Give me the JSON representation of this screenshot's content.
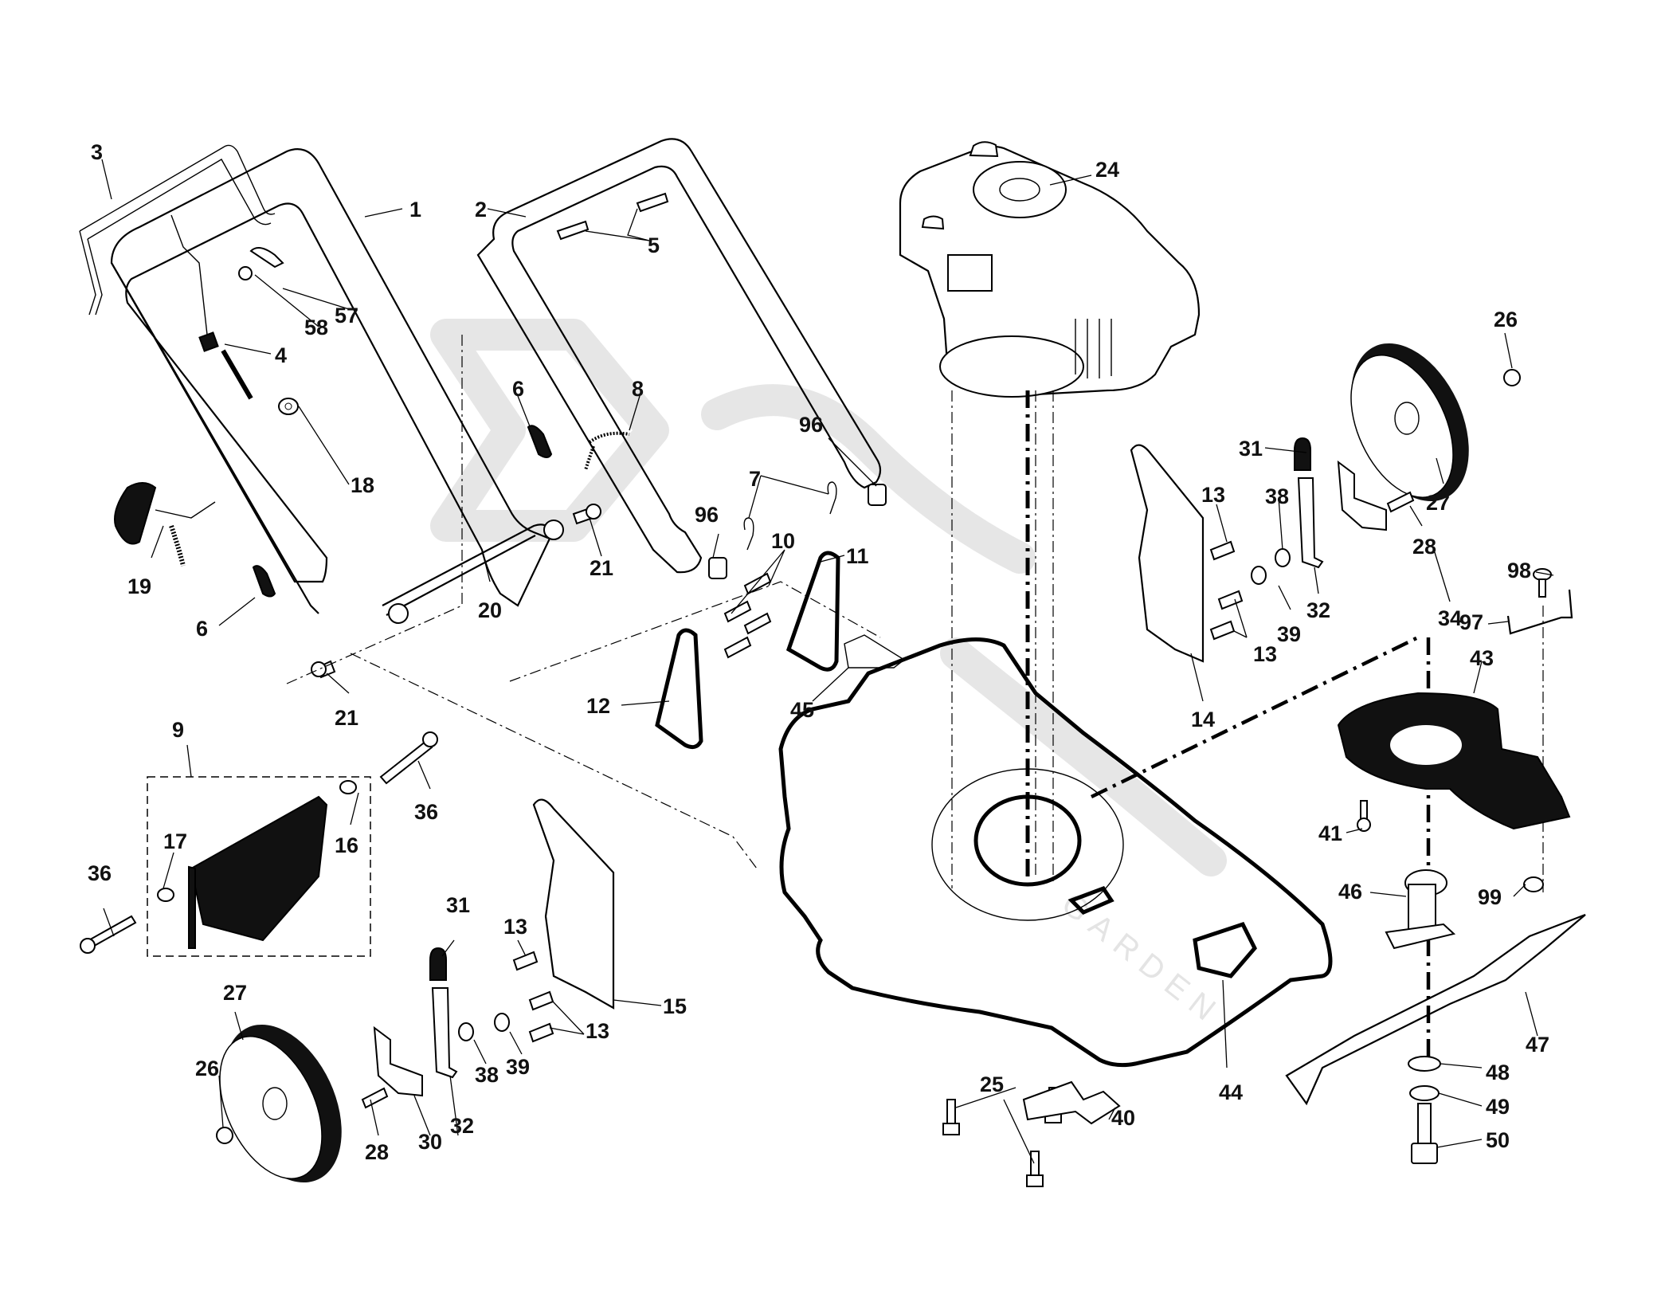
{
  "diagram": {
    "title": "Lawn mower exploded parts diagram",
    "watermark": {
      "text": "GARDEN",
      "color": "#e6e6e6"
    },
    "parts": [
      {
        "id": "1",
        "component": "lower-handle"
      },
      {
        "id": "2",
        "component": "upper-handle"
      },
      {
        "id": "3",
        "component": "control-bar"
      },
      {
        "id": "4",
        "component": "throttle-cable"
      },
      {
        "id": "5",
        "component": "handle-bolt"
      },
      {
        "id": "6",
        "component": "handle-knob"
      },
      {
        "id": "7",
        "component": "hairpin-clip"
      },
      {
        "id": "8",
        "component": "cable-tie"
      },
      {
        "id": "9",
        "component": "rear-deflector-kit"
      },
      {
        "id": "10",
        "component": "pin"
      },
      {
        "id": "11",
        "component": "height-plate-right"
      },
      {
        "id": "12",
        "component": "height-plate-left"
      },
      {
        "id": "13",
        "component": "bolt"
      },
      {
        "id": "14",
        "component": "height-bracket-right"
      },
      {
        "id": "15",
        "component": "height-bracket-left"
      },
      {
        "id": "16",
        "component": "spring-right"
      },
      {
        "id": "17",
        "component": "spring-left"
      },
      {
        "id": "18",
        "component": "nut"
      },
      {
        "id": "19",
        "component": "cable-knob"
      },
      {
        "id": "20",
        "component": "handle-bracket-rod"
      },
      {
        "id": "21",
        "component": "screw"
      },
      {
        "id": "24",
        "component": "engine"
      },
      {
        "id": "25",
        "component": "engine-bolt"
      },
      {
        "id": "26",
        "component": "wheel-nut"
      },
      {
        "id": "27",
        "component": "wheel"
      },
      {
        "id": "28",
        "component": "wheel-bolt"
      },
      {
        "id": "30",
        "component": "height-arm-left"
      },
      {
        "id": "31",
        "component": "adjuster-cap"
      },
      {
        "id": "32",
        "component": "height-lever"
      },
      {
        "id": "34",
        "component": "height-arm-right"
      },
      {
        "id": "36",
        "component": "deflector-bolt"
      },
      {
        "id": "38",
        "component": "washer"
      },
      {
        "id": "39",
        "component": "lock-washer"
      },
      {
        "id": "40",
        "component": "reinforcement-plate"
      },
      {
        "id": "41",
        "component": "baffle-screw"
      },
      {
        "id": "43",
        "component": "baffle"
      },
      {
        "id": "44",
        "component": "deck-housing"
      },
      {
        "id": "45",
        "component": "label-plate"
      },
      {
        "id": "46",
        "component": "blade-adapter"
      },
      {
        "id": "47",
        "component": "blade"
      },
      {
        "id": "48",
        "component": "blade-washer"
      },
      {
        "id": "49",
        "component": "blade-lock-washer"
      },
      {
        "id": "50",
        "component": "blade-bolt"
      },
      {
        "id": "57",
        "component": "cable-clip"
      },
      {
        "id": "58",
        "component": "clip-screw"
      },
      {
        "id": "96",
        "component": "cable-clamp"
      },
      {
        "id": "97",
        "component": "baffle-bracket"
      },
      {
        "id": "98",
        "component": "bracket-screw"
      },
      {
        "id": "99",
        "component": "baffle-nut"
      }
    ],
    "callouts": [
      {
        "text": "3"
      },
      {
        "text": "1"
      },
      {
        "text": "2"
      },
      {
        "text": "24"
      },
      {
        "text": "5"
      },
      {
        "text": "57"
      },
      {
        "text": "58"
      },
      {
        "text": "4"
      },
      {
        "text": "6"
      },
      {
        "text": "8"
      },
      {
        "text": "26"
      },
      {
        "text": "18"
      },
      {
        "text": "96"
      },
      {
        "text": "31"
      },
      {
        "text": "13"
      },
      {
        "text": "38"
      },
      {
        "text": "7"
      },
      {
        "text": "27"
      },
      {
        "text": "96"
      },
      {
        "text": "10"
      },
      {
        "text": "11"
      },
      {
        "text": "19"
      },
      {
        "text": "21"
      },
      {
        "text": "28"
      },
      {
        "text": "32"
      },
      {
        "text": "34"
      },
      {
        "text": "39"
      },
      {
        "text": "98"
      },
      {
        "text": "20"
      },
      {
        "text": "13"
      },
      {
        "text": "6"
      },
      {
        "text": "97"
      },
      {
        "text": "43"
      },
      {
        "text": "12"
      },
      {
        "text": "45"
      },
      {
        "text": "21"
      },
      {
        "text": "14"
      },
      {
        "text": "9"
      },
      {
        "text": "36"
      },
      {
        "text": "16"
      },
      {
        "text": "17"
      },
      {
        "text": "41"
      },
      {
        "text": "36"
      },
      {
        "text": "31"
      },
      {
        "text": "46"
      },
      {
        "text": "99"
      },
      {
        "text": "13"
      },
      {
        "text": "27"
      },
      {
        "text": "15"
      },
      {
        "text": "13"
      },
      {
        "text": "47"
      },
      {
        "text": "26"
      },
      {
        "text": "38"
      },
      {
        "text": "39"
      },
      {
        "text": "44"
      },
      {
        "text": "25"
      },
      {
        "text": "48"
      },
      {
        "text": "28"
      },
      {
        "text": "30"
      },
      {
        "text": "32"
      },
      {
        "text": "40"
      },
      {
        "text": "49"
      },
      {
        "text": "50"
      }
    ]
  }
}
